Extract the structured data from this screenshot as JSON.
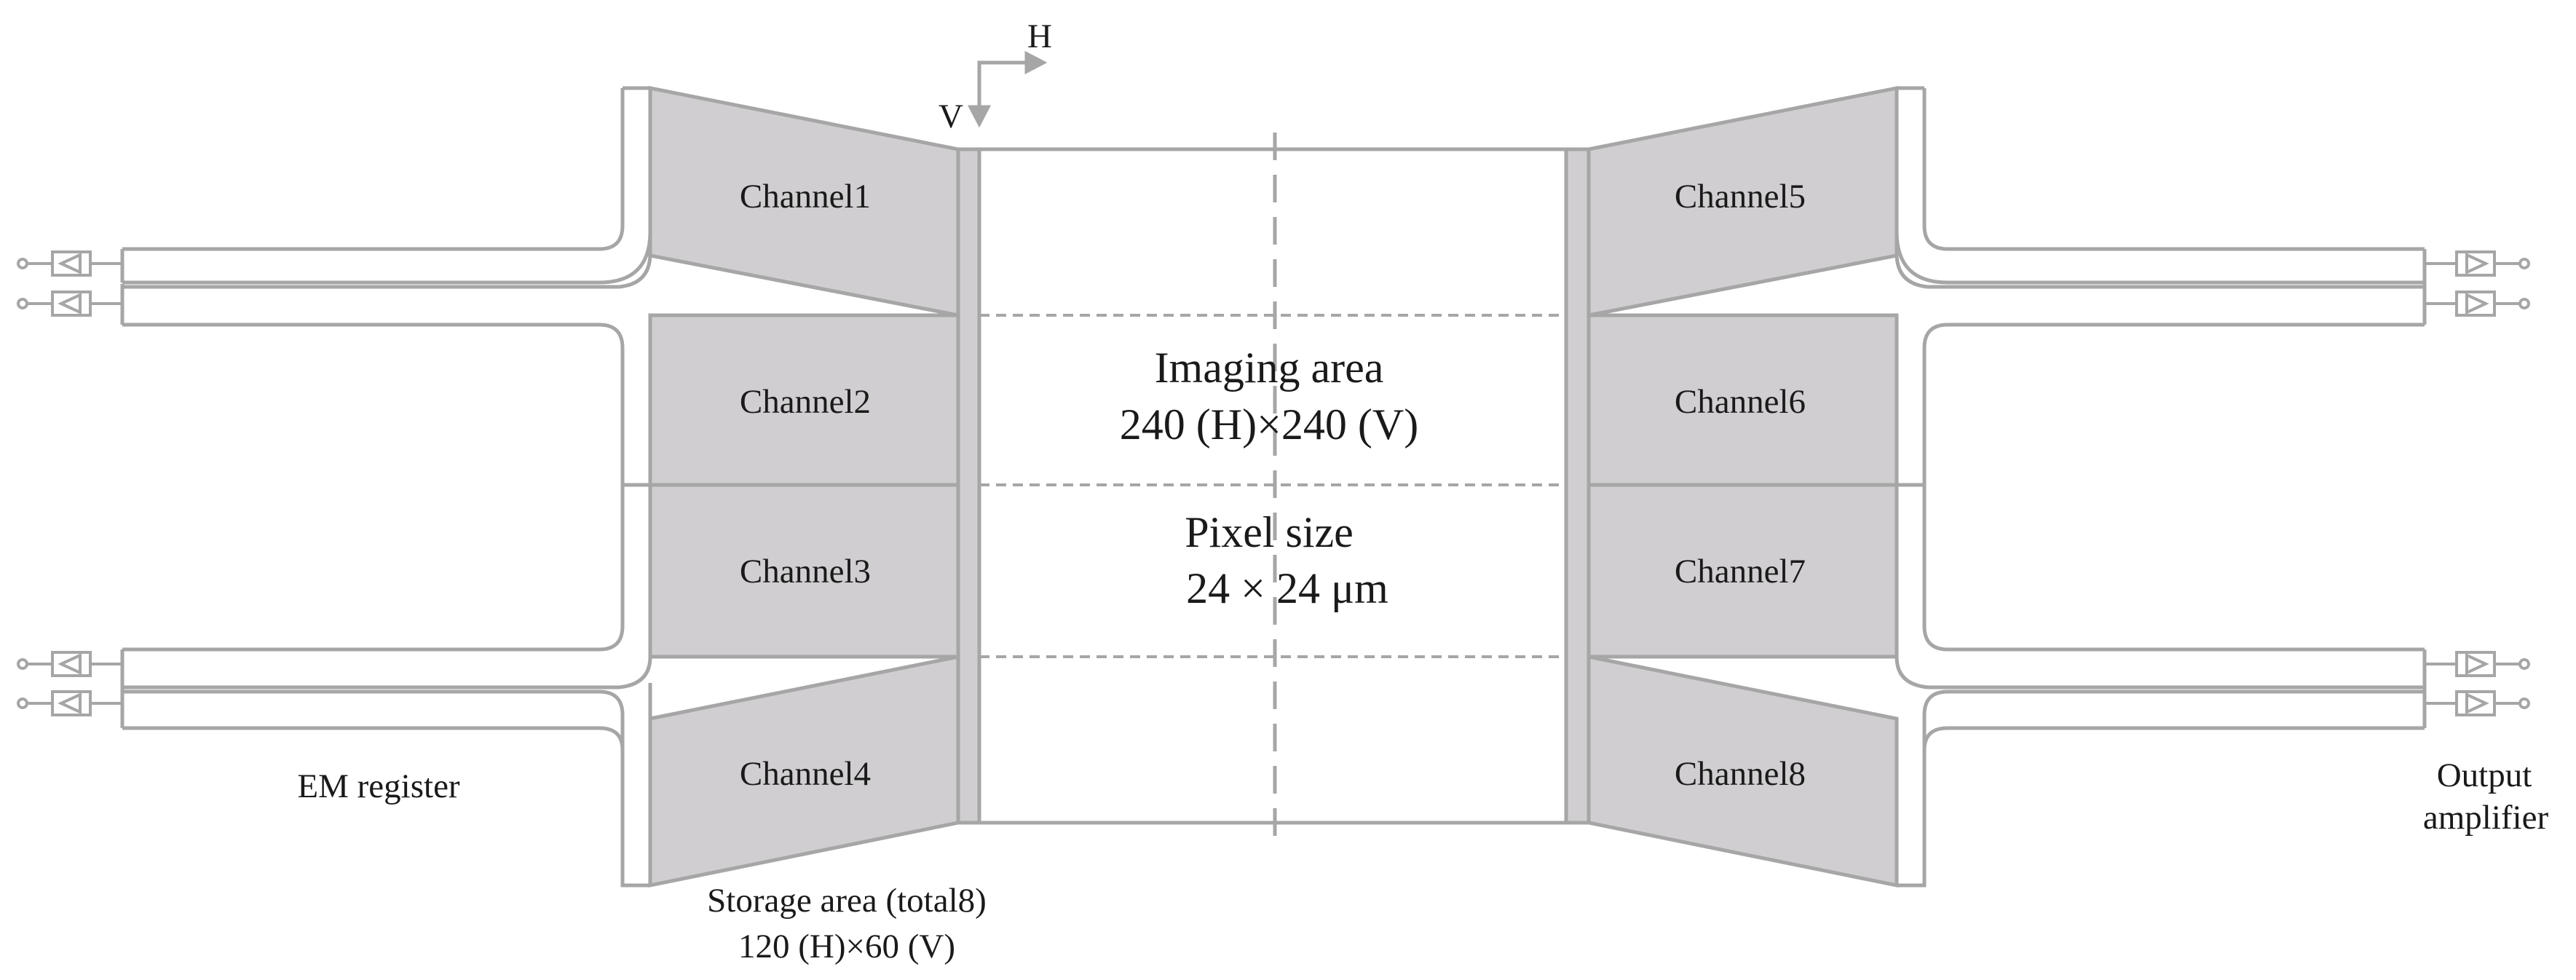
{
  "colors": {
    "line": "#a6a6a6",
    "fill": "#d0ced0",
    "text": "#1a1a1a",
    "background": "#ffffff"
  },
  "channels": [
    "Channel1",
    "Channel2",
    "Channel3",
    "Channel4",
    "Channel5",
    "Channel6",
    "Channel7",
    "Channel8"
  ],
  "axes": {
    "h_label": "H",
    "v_label": "V"
  },
  "imaging_area": {
    "title": "Imaging area",
    "dimensions": "240 (H)×240 (V)",
    "pixel_label": "Pixel size",
    "pixel_value": "24 × 24 μm"
  },
  "labels": {
    "em_register": "EM register",
    "output_amplifier_line1": "Output",
    "output_amplifier_line2": "amplifier",
    "storage_line1": "Storage area (total8)",
    "storage_line2": "120 (H)×60 (V)"
  }
}
